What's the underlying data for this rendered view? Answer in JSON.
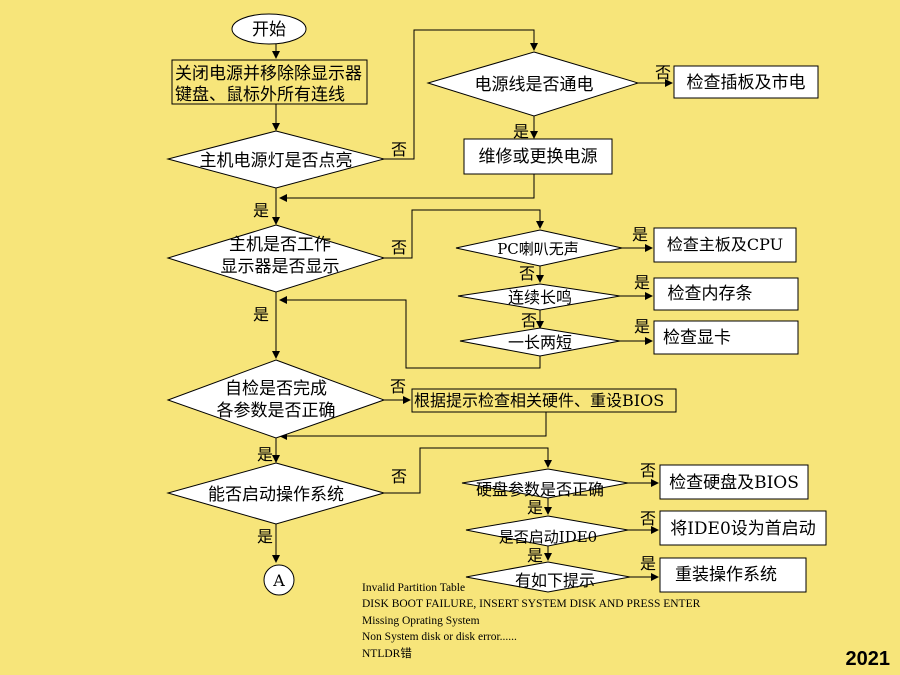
{
  "nodes": {
    "start": "开始",
    "step1_line1": "关闭电源并移除除显示器",
    "step1_line2": "键盘、鼠标外所有连线",
    "q_power_light": "主机电源灯是否点亮",
    "q_cable": "电源线是否通电",
    "check_outlet": "检查插板及市电",
    "repair_psu": "维修或更换电源",
    "q_working_line1": "主机是否工作",
    "q_working_line2": "显示器是否显示",
    "q_speaker_silent": "PC喇叭无声",
    "check_board_cpu": "检查主板及CPU",
    "q_long_beep": "连续长鸣",
    "check_memory": "检查内存条",
    "q_one_long_two_short": "一长两短",
    "check_video": "检查显卡",
    "q_post_line1": "自检是否完成",
    "q_post_line2": "各参数是否正确",
    "check_hw_bios": "根据提示检查相关硬件、重设BIOS",
    "q_boot_os": "能否启动操作系统",
    "q_disk_params": "硬盘参数是否正确",
    "check_disk_bios": "检查硬盘及BIOS",
    "q_boot_ide0": "是否启动IDE0",
    "set_ide0": "将IDE0设为首启动",
    "q_messages": "有如下提示",
    "reinstall_os": "重装操作系统",
    "connector_a": "A"
  },
  "labels": {
    "yes": "是",
    "no": "否"
  },
  "error_messages": [
    "Invalid Partition Table",
    "DISK BOOT FAILURE, INSERT SYSTEM DISK AND PRESS ENTER",
    "Missing Oprating System",
    "Non System disk or disk error......",
    "NTLDR错"
  ],
  "footer_year": "2021",
  "colors": {
    "background": "#f7e57a",
    "box_fill": "#ffffff",
    "stroke": "#000000"
  }
}
